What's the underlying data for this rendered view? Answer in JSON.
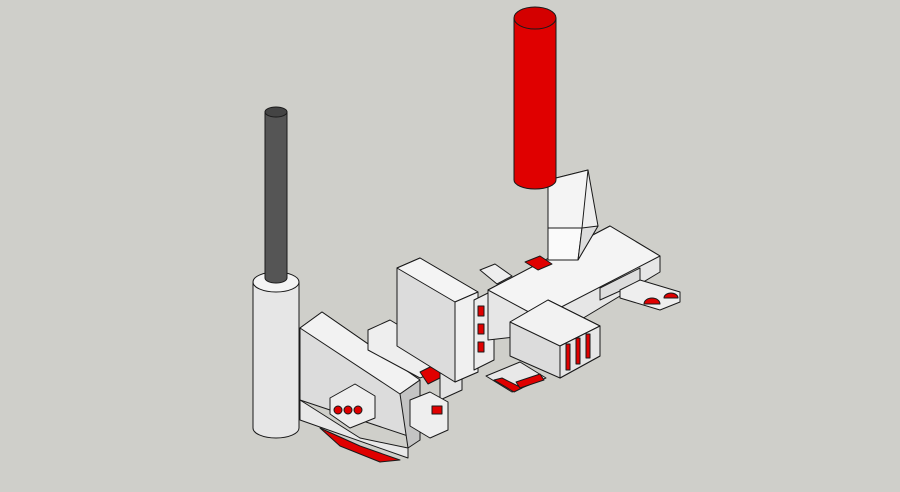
{
  "scene": {
    "background": "#cfcfca",
    "colors": {
      "face_light": "#f2f2f2",
      "face_mid": "#dcdcdc",
      "face_dark": "#bdbdbd",
      "accent": "#e00000",
      "chimney_dark": "#555555"
    },
    "objects": [
      "dark-chimney",
      "red-chimney",
      "white-silo",
      "factory-buildings"
    ]
  }
}
